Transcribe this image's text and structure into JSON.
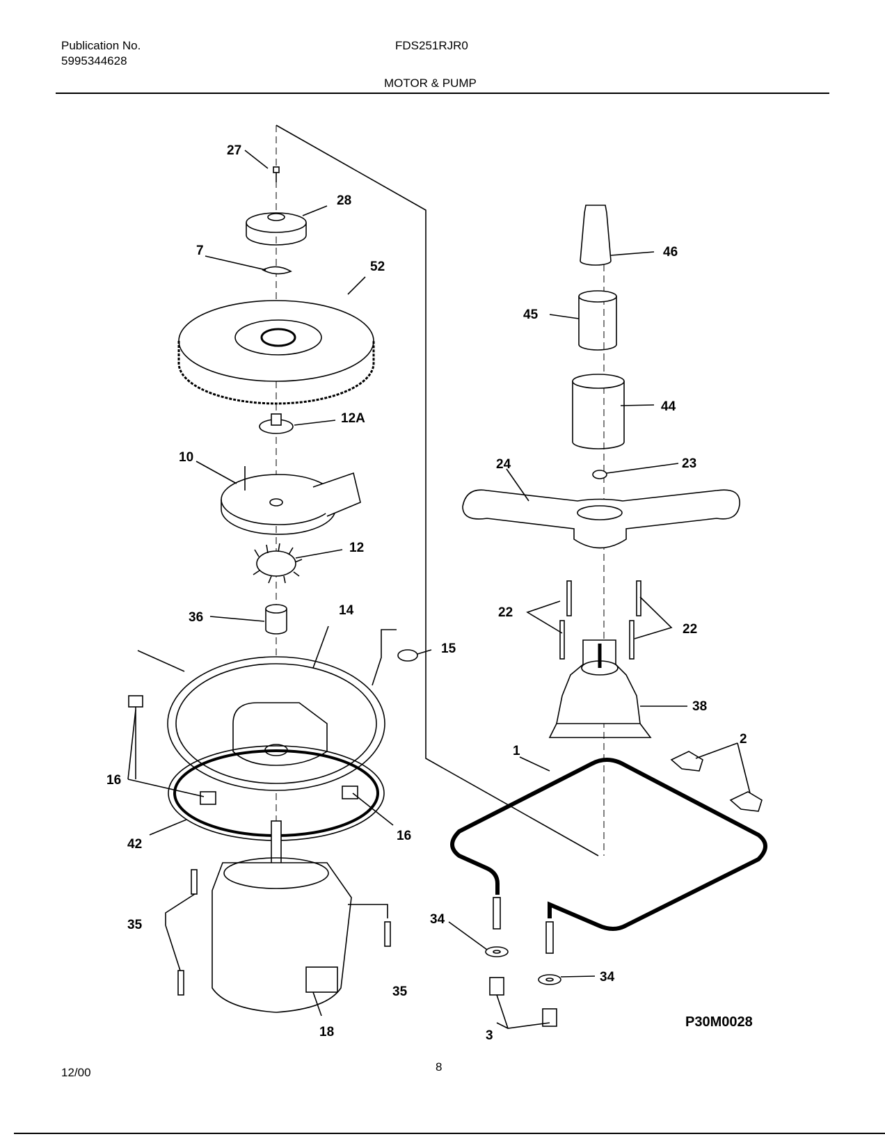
{
  "header": {
    "publication_label": "Publication No.",
    "publication_number": "5995344628",
    "model": "FDS251RJR0",
    "section_title": "MOTOR & PUMP"
  },
  "diagram": {
    "drawing_number": "P30M0028",
    "callouts": {
      "c27": "27",
      "c28": "28",
      "c7": "7",
      "c52": "52",
      "c12a": "12A",
      "c10": "10",
      "c12": "12",
      "c36": "36",
      "c14": "14",
      "c15": "15",
      "c16a": "16",
      "c16b": "16",
      "c42": "42",
      "c35a": "35",
      "c35b": "35",
      "c18": "18",
      "c46": "46",
      "c45": "45",
      "c44": "44",
      "c24": "24",
      "c23": "23",
      "c22a": "22",
      "c22b": "22",
      "c38": "38",
      "c2": "2",
      "c1": "1",
      "c34a": "34",
      "c34b": "34",
      "c3": "3"
    }
  },
  "footer": {
    "date": "12/00",
    "page": "8"
  }
}
